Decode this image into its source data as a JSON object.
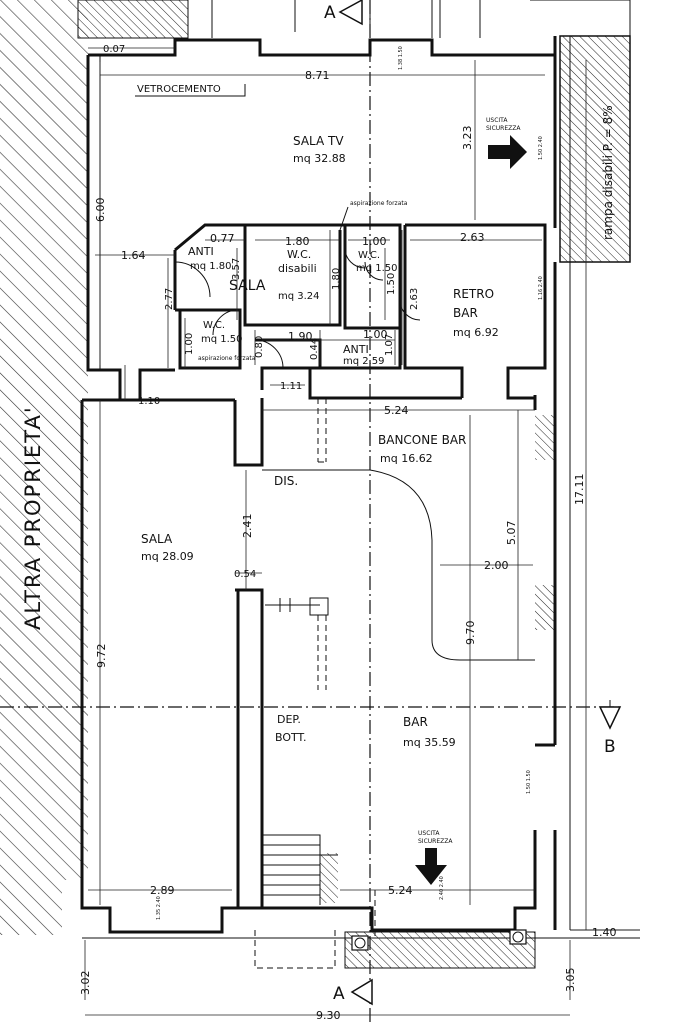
{
  "drawing": {
    "neighbour_label": "ALTRA PROPRIETA'",
    "ramp_label": "rampa disabili P. = 8%",
    "vetrocemento_label": "VETROCEMENTO",
    "section_a_top": "A",
    "section_a_bottom": "A",
    "section_b": "B"
  },
  "rooms": {
    "sala_tv": {
      "name": "SALA TV",
      "area": "mq 32.88"
    },
    "anti_top": {
      "name": "ANTI",
      "area": "mq 1.80"
    },
    "sala_small": {
      "name": "SALA",
      "area": "mq 3.24"
    },
    "wc_disabili": {
      "name": "W.C.",
      "sub": "disabili"
    },
    "wc": {
      "name": "W.C.",
      "area": "mq 1.50"
    },
    "wc_small": {
      "name": "W.C.",
      "area": "mq 1.50"
    },
    "anti_bottom": {
      "name": "ANTI",
      "area": "mq 2.59"
    },
    "retro_bar": {
      "name": "RETRO",
      "sub": "BAR",
      "area": "mq 6.92"
    },
    "bancone_bar": {
      "name": "BANCONE BAR",
      "area": "mq 16.62"
    },
    "sala": {
      "name": "SALA",
      "area": "mq 28.09"
    },
    "dis": {
      "name": "DIS."
    },
    "dep_bott": {
      "name": "DEP.",
      "sub": "BOTT."
    },
    "bar": {
      "name": "BAR",
      "area": "mq 35.59"
    }
  },
  "exits": {
    "right": {
      "line1": "USCITA",
      "line2": "SICUREZZA"
    },
    "bottom": {
      "line1": "USCITA",
      "line2": "SICUREZZA"
    }
  },
  "notes": {
    "aspirazione_top": "aspirazione forzata",
    "aspirazione_bottom": "aspirazione forzata"
  },
  "dimensions": {
    "d_0_07": "0.07",
    "d_8_71": "8.71",
    "d_3_23": "3.23",
    "d_6_00": "6.00",
    "d_1_64": "1.64",
    "d_0_77": "0.77",
    "d_1_80a": "1.80",
    "d_1_00a": "1.00",
    "d_2_63a": "2.63",
    "d_3_57": "3.57",
    "d_1_80b": "1.80",
    "d_1_50": "1.50",
    "d_2_63b": "2.63",
    "d_2_77": "2.77",
    "d_1_00b": "1.00",
    "d_0_80": "0.80",
    "d_1_90": "1.90",
    "d_0_44": "0.44",
    "d_1_00c": "1.00",
    "d_1_07": "1.07",
    "d_1_11": "1.11",
    "d_1_10": "1.10",
    "d_5_24a": "5.24",
    "d_5_07": "5.07",
    "d_17_11": "17.11",
    "d_2_41": "2.41",
    "d_2_00": "2.00",
    "d_0_54": "0.54",
    "d_9_72": "9.72",
    "d_9_70": "9.70",
    "d_2_89": "2.89",
    "d_5_24b": "5.24",
    "d_1_40": "1.40",
    "d_3_02": "3.02",
    "d_3_05": "3.05",
    "d_9_30": "9.30"
  },
  "window_marks": {
    "w_top": "1.38 1.50",
    "w_tv": "1.50 2.40",
    "w_retro": "1.16 2.40",
    "w_right": "1.50 1.50",
    "w_bottom_left": "1.35 2.40",
    "w_bottom_right": "2.40 2.40"
  }
}
